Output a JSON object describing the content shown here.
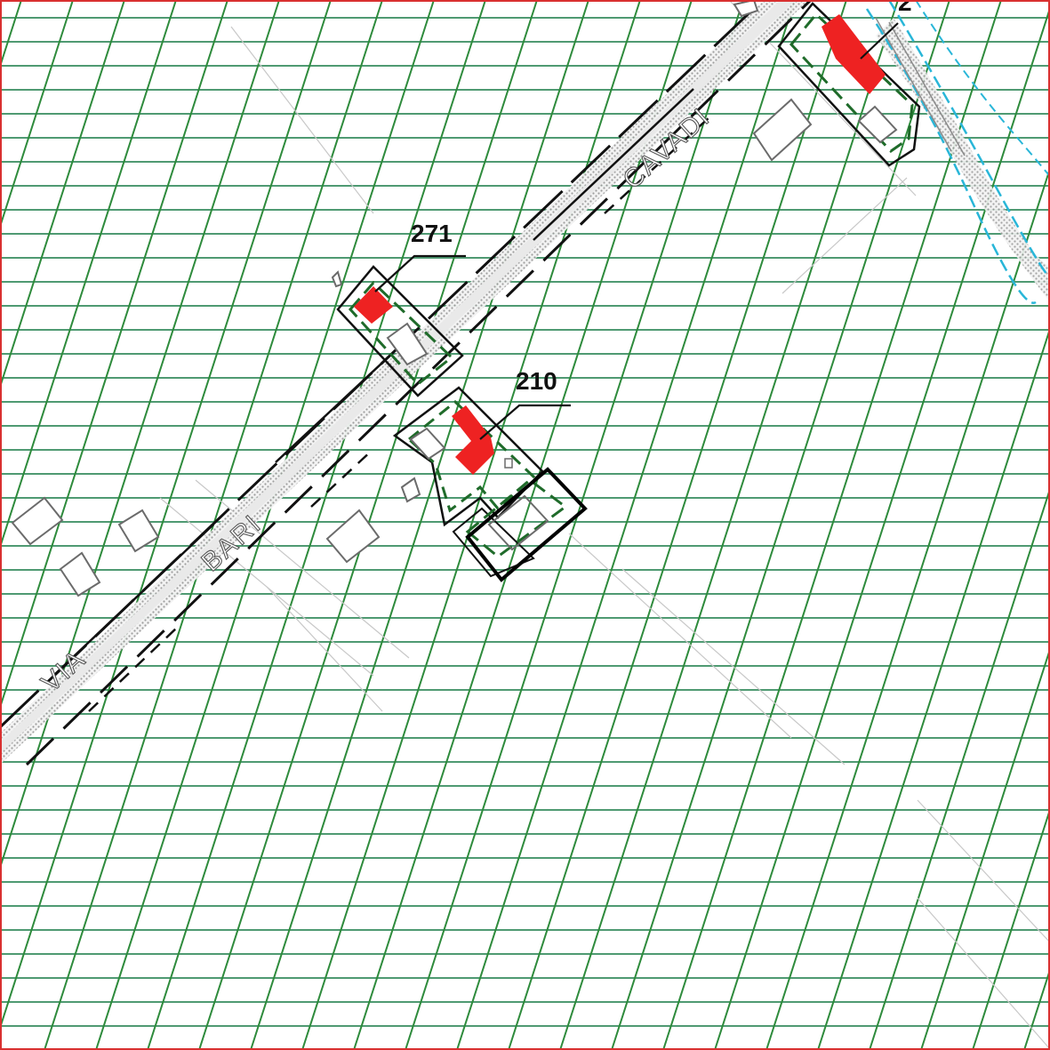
{
  "map": {
    "street_labels": {
      "via": "VIA",
      "bari": "BARI",
      "cavadi": "CAVADI"
    },
    "parcel_labels": {
      "p271": "271",
      "p210": "210",
      "p_edge": "2"
    },
    "colors": {
      "hatch_horizontal": "#4f9a72",
      "hatch_diagonal": "#2e8b3c",
      "road_fill": "#d6d6d6",
      "road_edge": "#111111",
      "building_red": "#ee2222",
      "outline_green_dashed": "#1f6b2a",
      "water_blue": "#29b6d8",
      "frame_red": "#d93030"
    }
  }
}
